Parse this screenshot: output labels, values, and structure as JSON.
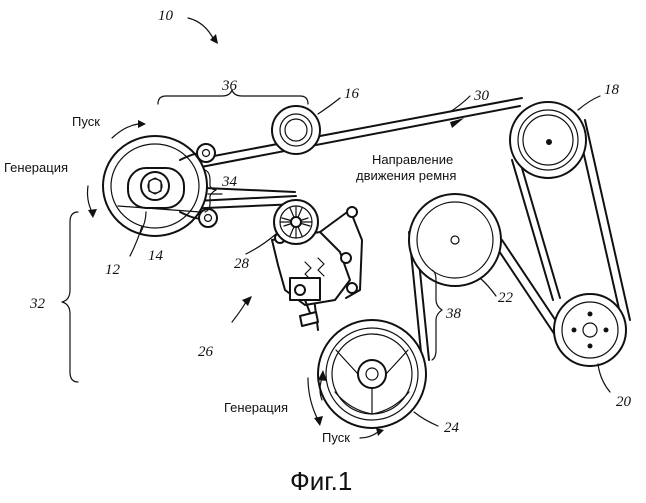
{
  "figure": {
    "caption": "Фиг.1",
    "reference_numerals": {
      "system": "10",
      "starter_generator": "12",
      "starter_pulley": "14",
      "idler": "16",
      "pulley_upper_right": "18",
      "pulley_lower_right": "20",
      "pulley_middle": "22",
      "crank_pulley": "24",
      "tensioner": "26",
      "tensioner_pulley": "28",
      "belt": "30",
      "span_32": "32",
      "span_34": "34",
      "span_36": "36",
      "span_38": "38"
    },
    "labels": {
      "start_top": "Пуск",
      "generation_left": "Генерация",
      "belt_direction_line1": "Направление",
      "belt_direction_line2": "движения ремня",
      "generation_bottom": "Генерация",
      "start_bottom": "Пуск"
    }
  }
}
